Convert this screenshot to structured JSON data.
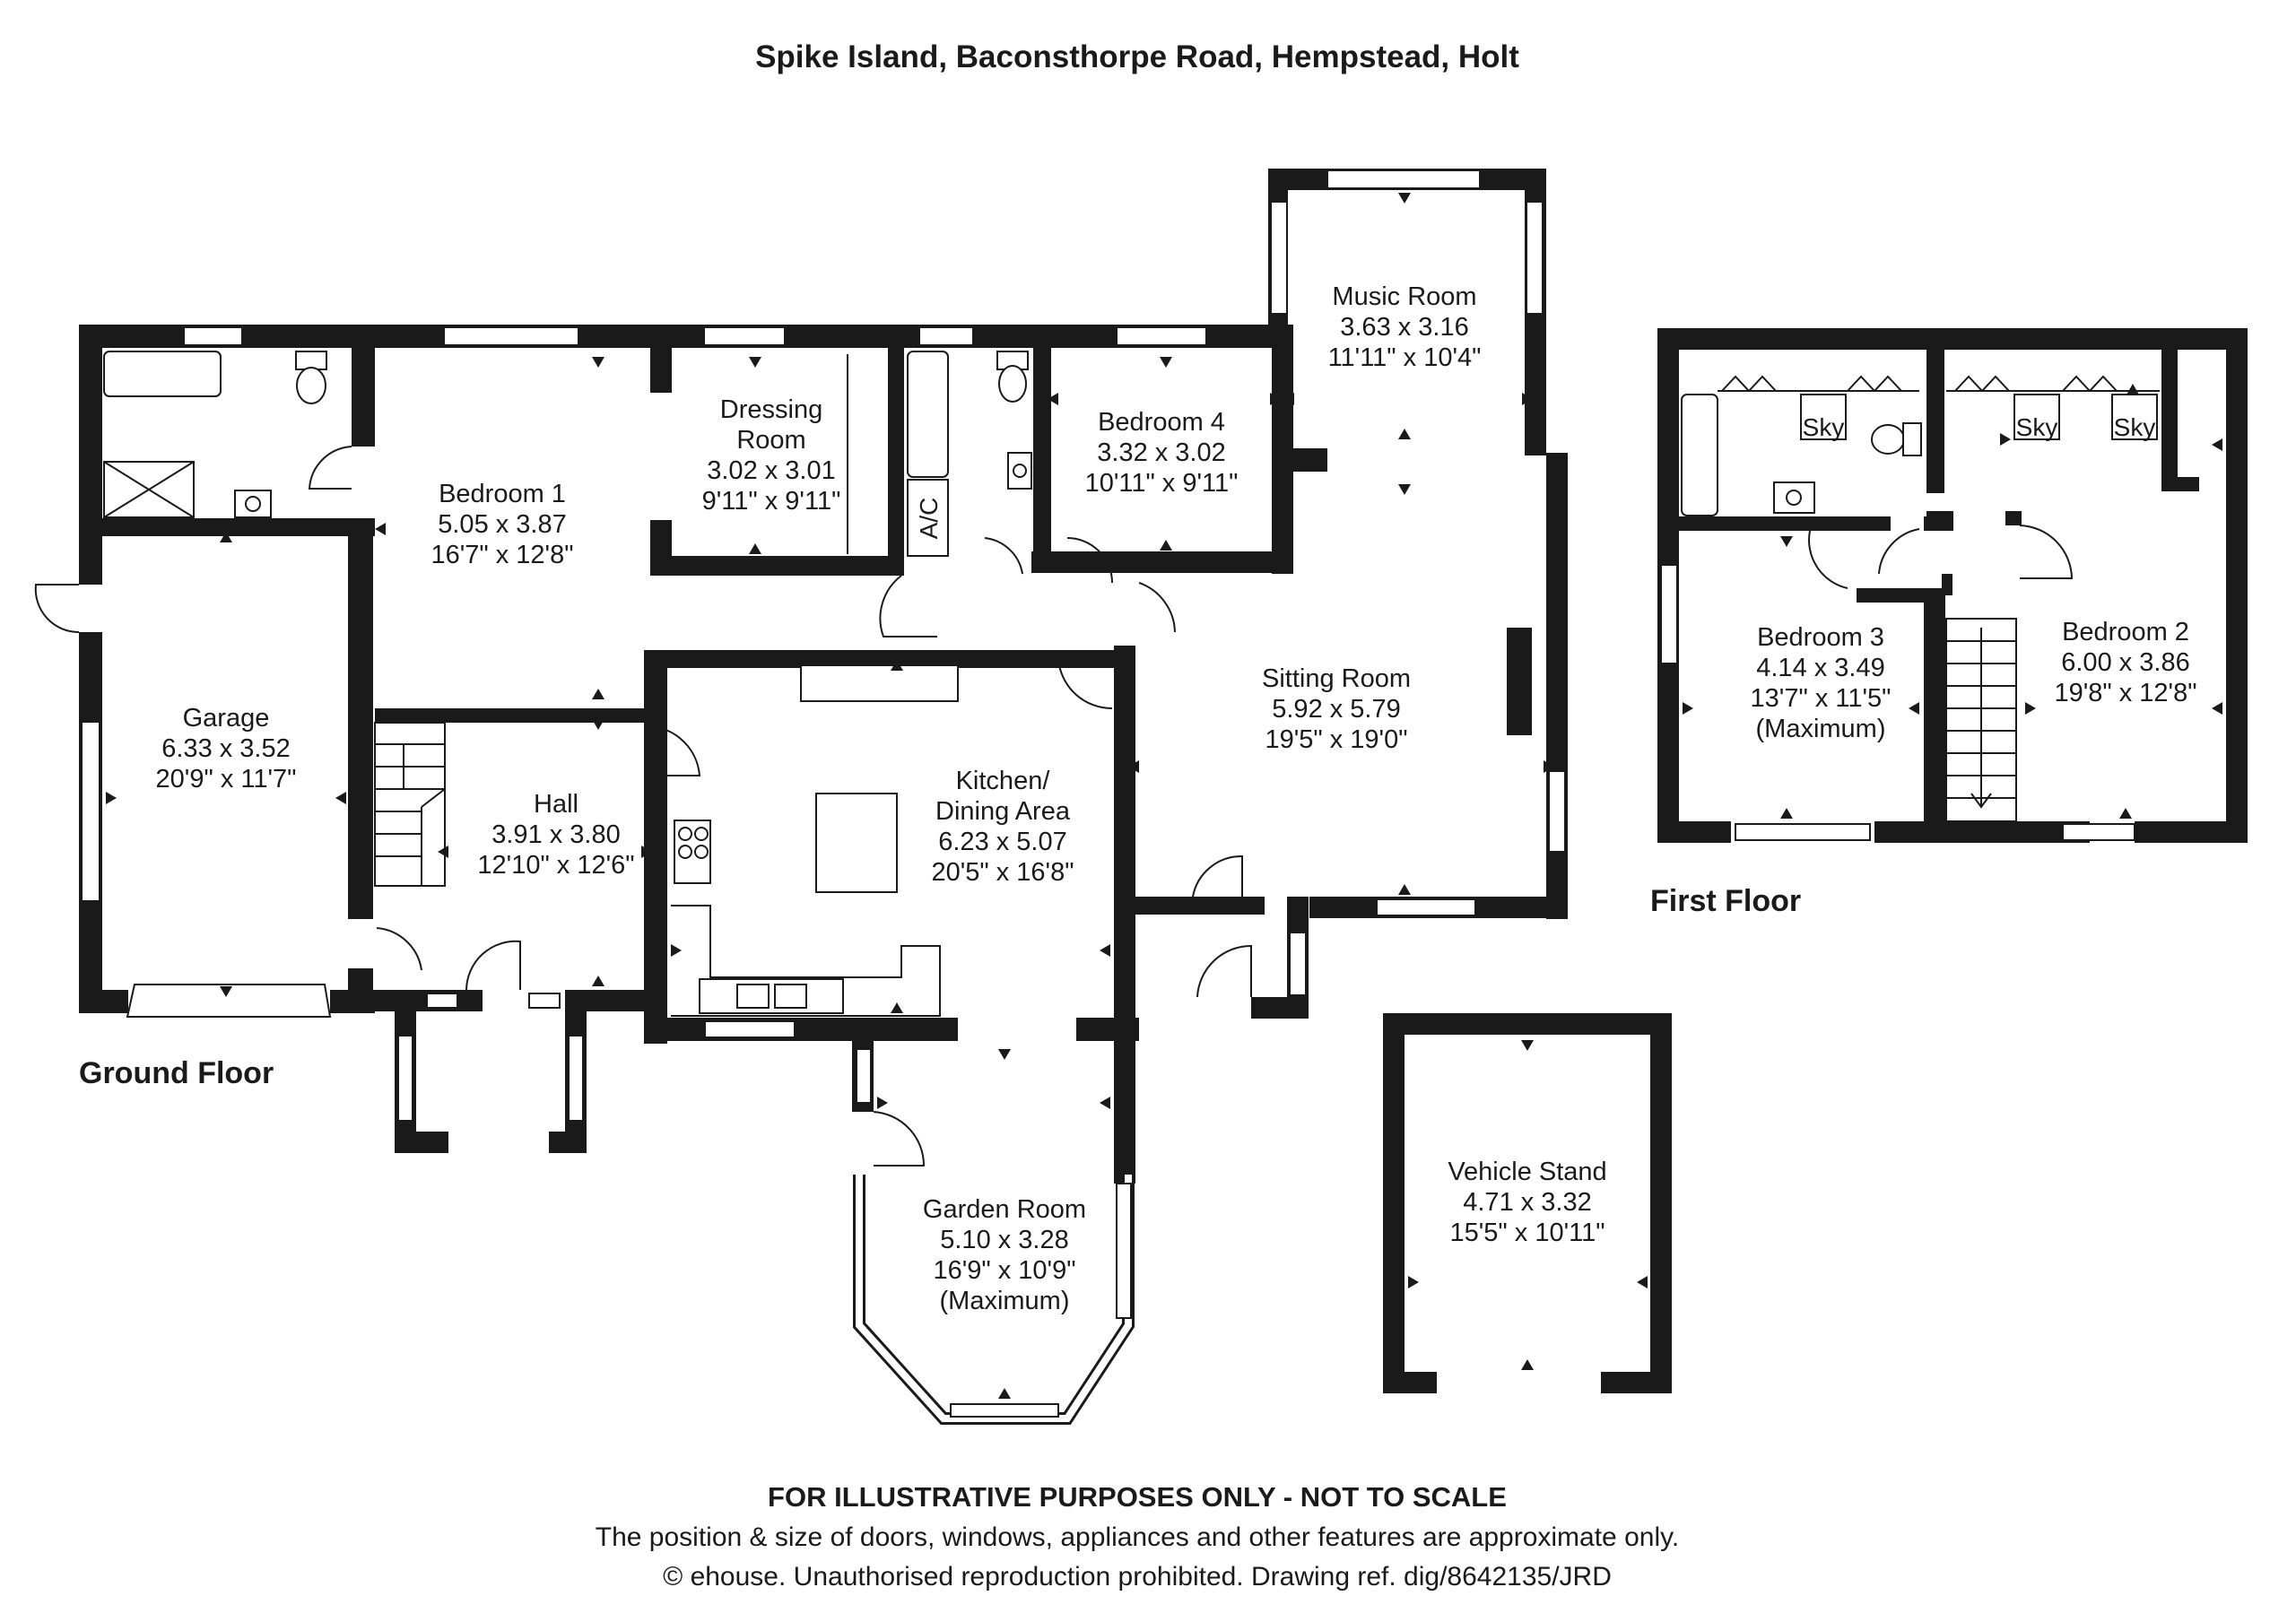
{
  "title": "Spike Island, Baconsthorpe Road, Hempstead, Holt",
  "floors": {
    "ground": "Ground Floor",
    "first": "First Floor"
  },
  "rooms": {
    "garage": {
      "name": "Garage",
      "metric": "6.33 x 3.52",
      "imperial": "20'9\" x 11'7\""
    },
    "bedroom1": {
      "name": "Bedroom 1",
      "metric": "5.05 x 3.87",
      "imperial": "16'7\" x 12'8\""
    },
    "dressing": {
      "name1": "Dressing",
      "name2": "Room",
      "metric": "3.02 x 3.01",
      "imperial": "9'11\" x 9'11\""
    },
    "bedroom4": {
      "name": "Bedroom 4",
      "metric": "3.32 x 3.02",
      "imperial": "10'11\" x 9'11\""
    },
    "music": {
      "name": "Music Room",
      "metric": "3.63 x 3.16",
      "imperial": "11'11\" x 10'4\""
    },
    "sitting": {
      "name": "Sitting Room",
      "metric": "5.92 x 5.79",
      "imperial": "19'5\" x 19'0\""
    },
    "hall": {
      "name": "Hall",
      "metric": "3.91 x 3.80",
      "imperial": "12'10\" x 12'6\""
    },
    "kitchen": {
      "name1": "Kitchen/",
      "name2": "Dining Area",
      "metric": "6.23 x 5.07",
      "imperial": "20'5\" x 16'8\""
    },
    "garden": {
      "name": "Garden Room",
      "metric": "5.10 x 3.28",
      "imperial": "16'9\" x 10'9\"",
      "note": "(Maximum)"
    },
    "vehicle": {
      "name": "Vehicle Stand",
      "metric": "4.71 x 3.32",
      "imperial": "15'5\" x 10'11\""
    },
    "bedroom3": {
      "name": "Bedroom 3",
      "metric": "4.14 x 3.49",
      "imperial": "13'7\" x 11'5\"",
      "note": "(Maximum)"
    },
    "bedroom2": {
      "name": "Bedroom 2",
      "metric": "6.00 x 3.86",
      "imperial": "19'8\" x 12'8\""
    }
  },
  "fixtures": {
    "ac": "A/C",
    "sky": "Sky"
  },
  "footer": {
    "line1": "FOR ILLUSTRATIVE PURPOSES ONLY - NOT TO SCALE",
    "line2": "The position & size of doors, windows, appliances and other features are approximate only.",
    "line3": "© ehouse. Unauthorised reproduction prohibited. Drawing ref. dig/8642135/JRD"
  }
}
